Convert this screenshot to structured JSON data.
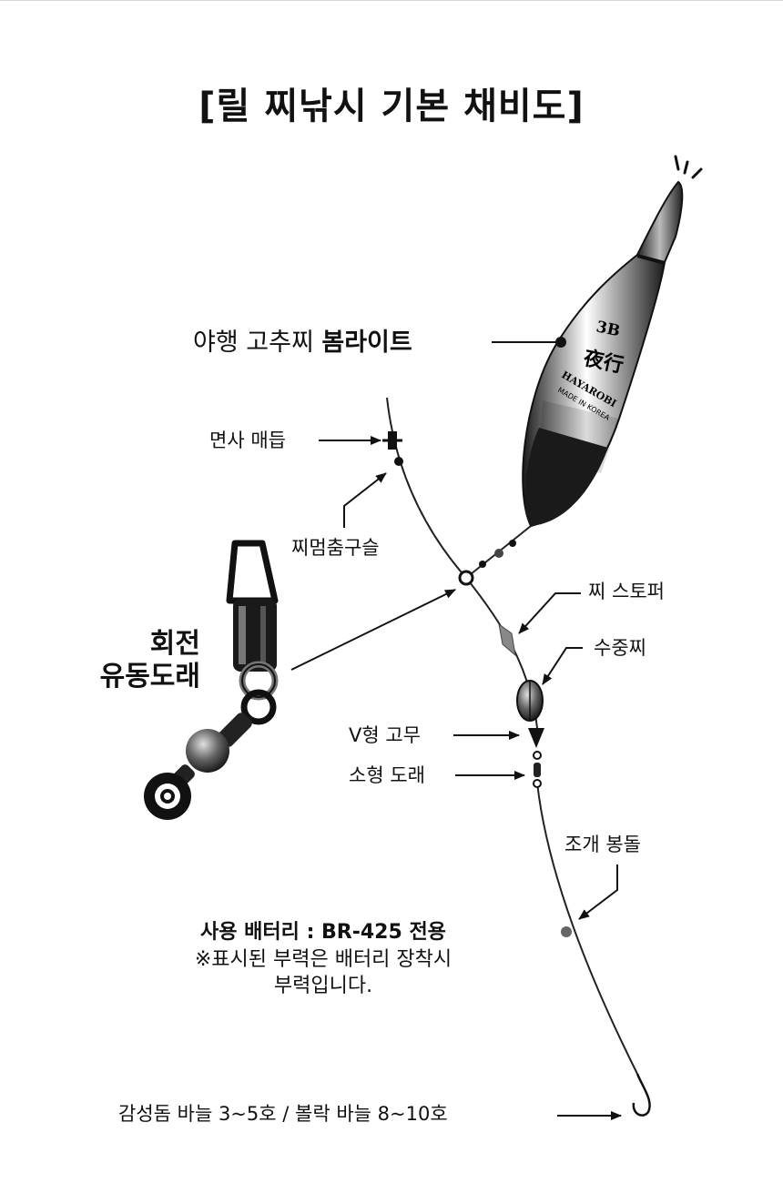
{
  "title": "[릴 찌낚시 기본 채비도]",
  "labels": {
    "float_name_prefix": "야행 고추찌 ",
    "float_name_bold": "봄라이트",
    "myunsa_knot": "면사 매듭",
    "float_stop_bead": "찌멈춤구슬",
    "swivel_line1": "회전",
    "swivel_line2": "유동도래",
    "float_stopper": "찌 스토퍼",
    "underwater_float": "수중찌",
    "v_rubber": "V형 고무",
    "small_swivel": "소형 도래",
    "shell_sinker": "조개 봉돌",
    "hook_info": "감성돔 바늘 3~5호 / 볼락 바늘 8~10호"
  },
  "float_marks": {
    "size": "3B",
    "kanji": "夜行",
    "brand": "HAYAROBI",
    "origin": "MADE IN KOREA"
  },
  "battery": {
    "line1": "사용 배터리 : BR-425 전용",
    "line2": "※표시된 부력은 배터리 장착시",
    "line3": "부력입니다."
  }
}
